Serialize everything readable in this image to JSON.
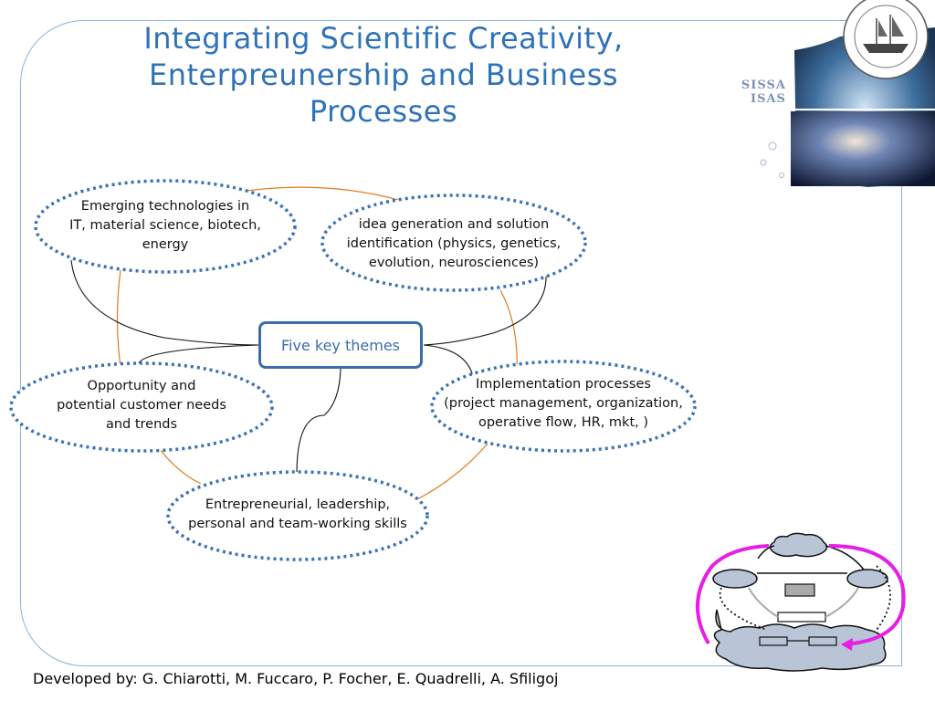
{
  "slide": {
    "title_lines": [
      "Integrating Scientific Creativity,",
      "Enterpreunership and Business",
      "Processes"
    ],
    "footer": "Developed by: G. Chiarotti, M. Fuccaro, P. Focher, E. Quadrelli, A. Sfiligoj"
  },
  "logo": {
    "line1": "SISSA",
    "line2": "ISAS"
  },
  "diagram": {
    "center": "Five key themes",
    "themes": [
      {
        "lines": [
          "Emerging technologies in",
          "IT, material science, biotech,",
          "energy"
        ]
      },
      {
        "lines": [
          "idea generation and solution",
          "identification (physics, genetics,",
          "evolution, neurosciences)"
        ]
      },
      {
        "lines": [
          "Opportunity and",
          "potential customer needs",
          "and trends"
        ]
      },
      {
        "lines": [
          "Implementation processes",
          "(project management, organization,",
          "operative flow, HR, mkt, )"
        ]
      },
      {
        "lines": [
          "Entrepreneurial, leadership,",
          "personal and team-working skills"
        ]
      }
    ]
  },
  "colors": {
    "title": "#2f72b8",
    "dotted_border": "#3a73b5",
    "orange_link": "#e07a1f",
    "center_border": "#3a6ea8",
    "magenta_arrow": "#e61ee6"
  }
}
